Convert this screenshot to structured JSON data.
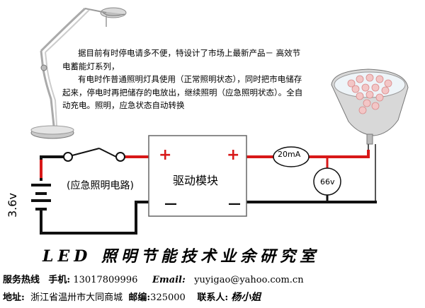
{
  "description": {
    "lines": [
      "据目前有时停电请多不便，特设计了市场上最新产品－ 高效节",
      "电蓄能灯系列，",
      "有电时作普通照明灯具使用（正常照明状态），同时把市电储存",
      "起来，停电时再把储存的电放出，继续照明（应急照明状态）。全自",
      "动充电。照明，应急状态自动转换"
    ]
  },
  "circuit": {
    "emergency_label": "(应急照明电路)",
    "drive_module_label": "驱动模块",
    "plus_symbol": "+",
    "minus_symbol": "—",
    "current_label": "20mA",
    "voltage_label": "66v",
    "battery_label": "3.6v"
  },
  "banner": {
    "title": "LED 照明节能技术业余研究室"
  },
  "contact": {
    "hotline_label": "服务热线",
    "mobile_label": "手机:",
    "mobile": "13017809996",
    "email_label": "Email:",
    "email": "yuyigao@yahoo.com.cn",
    "address_label": "地址:",
    "address": "浙江省温卅市大同商城",
    "postcode_label": "邮编:",
    "postcode": "325000",
    "contact_person_label": "联系人:",
    "contact_person": "杨小姐"
  },
  "colors": {
    "wire_red": "#d81818",
    "wire_black": "#111111",
    "box_border": "#666666"
  }
}
